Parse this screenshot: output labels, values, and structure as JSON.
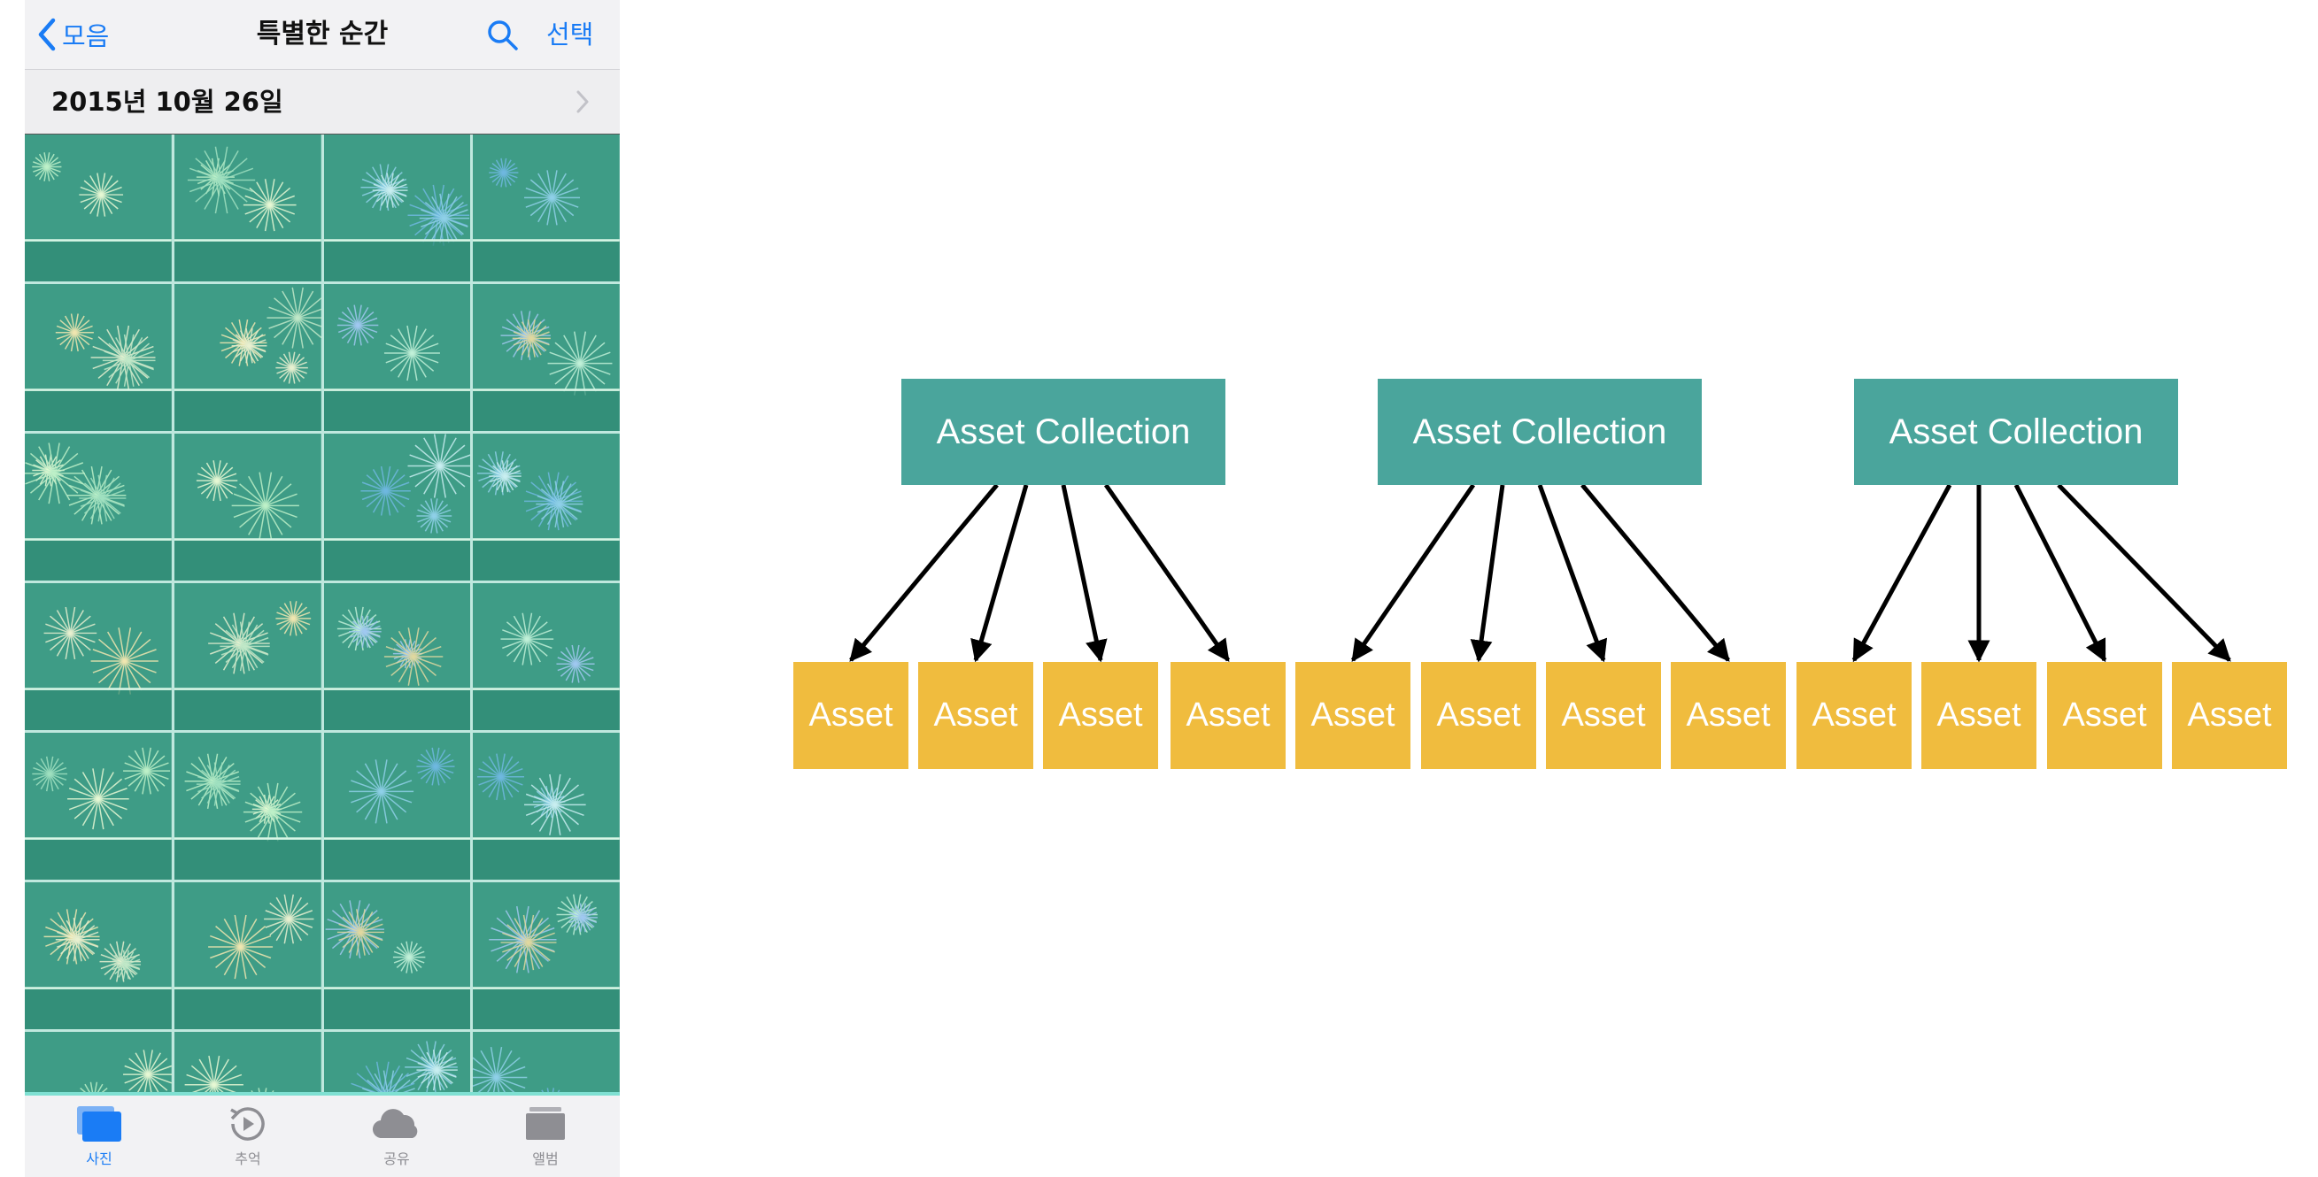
{
  "phone": {
    "nav": {
      "back_label": "모음",
      "title": "특별한 순간",
      "select_label": "선택"
    },
    "date_header": "2015년 10월 26일",
    "tabs": [
      {
        "label": "사진",
        "icon": "photos-icon",
        "active": true
      },
      {
        "label": "추억",
        "icon": "memories-icon",
        "active": false
      },
      {
        "label": "공유",
        "icon": "cloud-icon",
        "active": false
      },
      {
        "label": "앨범",
        "icon": "albums-icon",
        "active": false
      }
    ],
    "accent_color": "#1a7cf5",
    "photo_tint": "#3e9c86"
  },
  "diagram": {
    "collection_color": "#4aa59c",
    "asset_color": "#f0bc3e",
    "collections": [
      {
        "label": "Asset Collection",
        "assets": [
          "Asset",
          "Asset",
          "Asset",
          "Asset"
        ]
      },
      {
        "label": "Asset Collection",
        "assets": [
          "Asset",
          "Asset",
          "Asset",
          "Asset"
        ]
      },
      {
        "label": "Asset Collection",
        "assets": [
          "Asset",
          "Asset",
          "Asset",
          "Asset"
        ]
      }
    ]
  }
}
